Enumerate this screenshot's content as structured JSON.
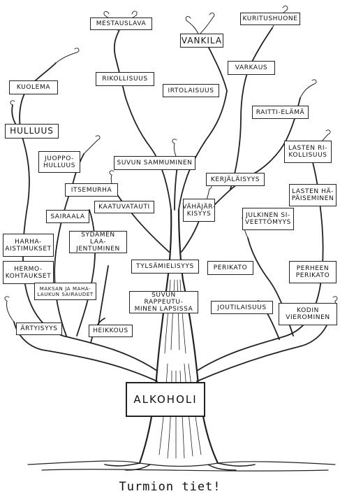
{
  "labels": {
    "mestauslava": "MESTAUSLAVA",
    "kuritushuone": "KURITUSHUONE",
    "vankila": "VANKILA",
    "rikollisuus": "RIKOLLISUUS",
    "varkaus": "VARKAUS",
    "kuolema": "KUOLEMA",
    "irtolaisuus": "IRTOLAISUUS",
    "raittielama": "RAITTI-ELÄMÄ",
    "hulluus": "HULLUUS",
    "lastenrikollisuus": "LASTEN RI-\nKOLLISUUS",
    "juoppohulluus": "JUOPPO-\nHULLUUS",
    "suvunsammuminen": "SUVUN SAMMUMINEN",
    "kerjalaisyys": "KERJÄLÄISYYS",
    "itsemurha": "ITSEMURHA",
    "lastenhapaiseminen": "LASTEN HÄ-\nPÄISEMINEN",
    "vahajarkisyys": "VÄHÄJÄR-\nKISYYS",
    "kaatuvatauti": "KAATUVATAUTI",
    "sairaala": "SAIRAALA",
    "julkinensiveettomyys": "JULKINEN SI-\nVEETTÖMYYS",
    "harhaaistimukset": "HARHA-\nAISTIMUKSET",
    "sydamenlaajentuminen": "SYDÄMEN LAA-\nJENTUMINEN",
    "hermokohtaukset": "HERMO-\nKOHTAUKSET",
    "tylsamielisyys": "TYLSÄMIELISYYS",
    "perikato": "PERIKATO",
    "perheenperikato": "PERHEEN\nPERIKATO",
    "maksanjamahalaukunsairaudet": "MAKSAN JA MAHA-\nLAUKUN SAIRAUDET",
    "suvunrappeutuminen": "SUVUN RAPPEUTU-\nMINEN LAPSISSA",
    "joutilaisuus": "JOUTILAISUUS",
    "kodinvierominen": "KODIN\nVIEROMINEN",
    "artyisyys": "ÄRTYISYYS",
    "heikkous": "HEIKKOUS",
    "alkoholi": "ALKOHOLI"
  },
  "caption": "Turmion tiet!"
}
